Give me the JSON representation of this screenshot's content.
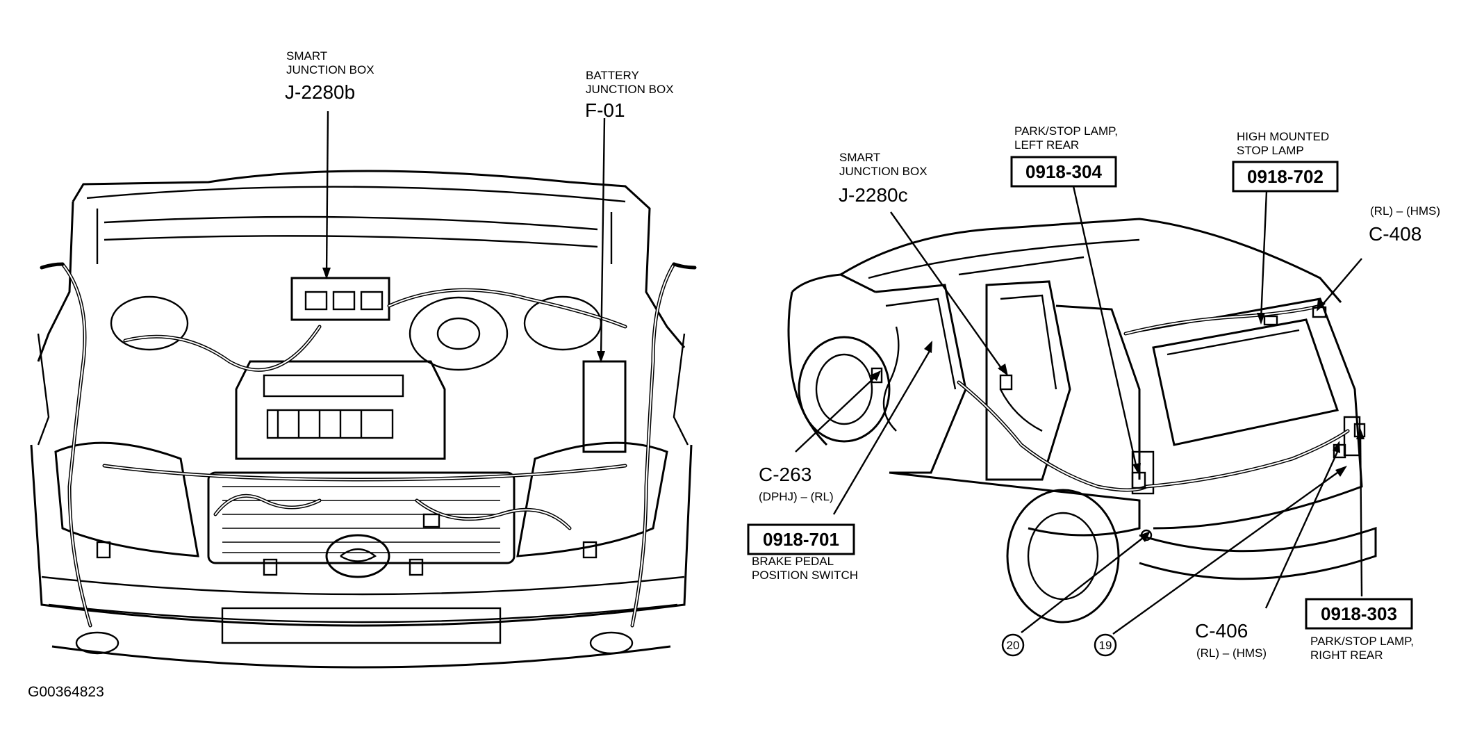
{
  "engine_view": {
    "smart_junction_box": {
      "title_line1": "SMART",
      "title_line2": "JUNCTION BOX",
      "code": "J-2280b"
    },
    "battery_junction_box": {
      "title_line1": "BATTERY",
      "title_line2": "JUNCTION BOX",
      "code": "F-01"
    }
  },
  "body_view": {
    "smart_junction_box": {
      "title_line1": "SMART",
      "title_line2": "JUNCTION BOX",
      "code": "J-2280c"
    },
    "park_stop_left": {
      "title_line1": "PARK/STOP LAMP,",
      "title_line2": "LEFT REAR",
      "code": "0918-304"
    },
    "high_mounted": {
      "title_line1": "HIGH MOUNTED",
      "title_line2": "STOP LAMP",
      "code": "0918-702"
    },
    "c408": {
      "sub": "(RL) – (HMS)",
      "code": "C-408"
    },
    "c263": {
      "code": "C-263",
      "sub": "(DPHJ) – (RL)"
    },
    "brake_switch": {
      "code": "0918-701",
      "title_line1": "BRAKE PEDAL",
      "title_line2": "POSITION SWITCH"
    },
    "c406": {
      "code": "C-406",
      "sub": "(RL) – (HMS)"
    },
    "park_stop_right": {
      "code": "0918-303",
      "title_line1": "PARK/STOP LAMP,",
      "title_line2": "RIGHT REAR"
    },
    "ground_20": "20",
    "ground_19": "19"
  },
  "figure_id": "G00364823"
}
